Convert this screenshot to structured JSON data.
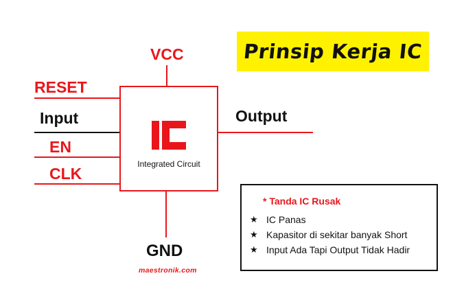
{
  "title": "Prinsip Kerja IC",
  "pins": {
    "vcc": "VCC",
    "reset": "RESET",
    "input": "Input",
    "en": "EN",
    "clk": "CLK",
    "output": "Output",
    "gnd": "GND"
  },
  "ic": {
    "logo": "IC",
    "label": "Integrated Circuit"
  },
  "website": "maestronik.com",
  "damage": {
    "heading": "* Tanda IC Rusak",
    "items": [
      "IC Panas",
      "Kapasitor di sekitar banyak Short",
      "Input Ada Tapi Output Tidak Hadir"
    ],
    "bullet_icon": "star-icon"
  },
  "colors": {
    "red": "#e8161b",
    "yellow": "#fff200",
    "black": "#111111"
  }
}
